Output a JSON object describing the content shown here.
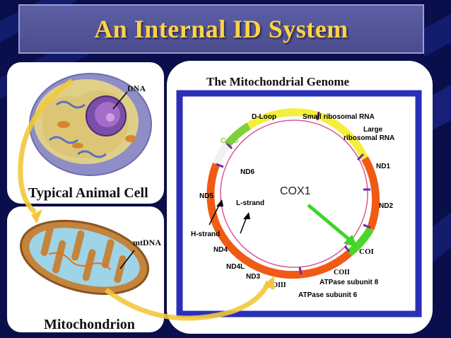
{
  "slide": {
    "title": "An Internal ID System"
  },
  "cell_panel": {
    "caption": "Typical Animal Cell",
    "dna_label": "DNA"
  },
  "mito_panel": {
    "caption": "Mitochondrion",
    "mtdna_label": "mtDNA"
  },
  "genome_panel": {
    "title": "The Mitochondrial Genome",
    "center_label": "COX1",
    "gene_labels": {
      "d_loop": "D-Loop",
      "small_rrna": "Small ribosomal RNA",
      "large_rrna_1": "Large",
      "large_rrna_2": "ribosomal RNA",
      "cyt_b": "Cyt b",
      "nd6": "ND6",
      "nd1": "ND1",
      "nd5": "ND5",
      "nd2": "ND2",
      "l_strand": "L-strand",
      "h_strand": "H-strand",
      "nd4": "ND4",
      "nd4l": "ND4L",
      "nd3": "ND3",
      "co1": "COI",
      "co2": "COII",
      "co3": "COIII",
      "atpase8": "ATPase subunit 8",
      "atpase6": "ATPase subunit 6"
    },
    "colors": {
      "frame_blue": "#2a2fb8",
      "d_loop_yellow": "#f5ee3a",
      "cyt_b_green": "#7ed03a",
      "orange_genes": "#f05a14",
      "co1_green": "#4dd62a",
      "trna_purple": "#6a2aa8",
      "arrow_green": "#3ad62a"
    }
  }
}
